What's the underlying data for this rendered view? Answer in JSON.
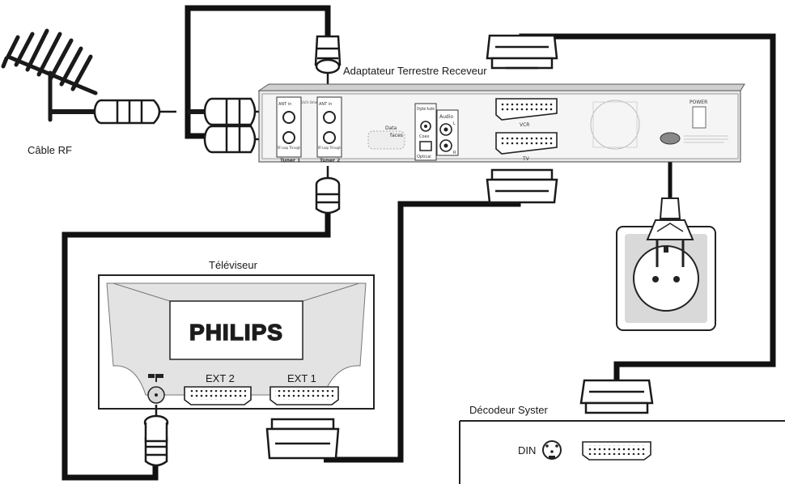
{
  "labels": {
    "receiver": "Adaptateur Terrestre Receveur",
    "rf_cable": "Câble RF",
    "tv": "Téléviseur",
    "decoder": "Décodeur Syster",
    "tv_brand": "PHILIPS",
    "tv_ext2": "EXT 2",
    "tv_ext1": "EXT 1",
    "din": "DIN"
  },
  "receiver_panel": {
    "ant_in_1": "ANT in",
    "ant_in_2": "ANT in",
    "dc_out": "Dc Out 5V~ 25mA max",
    "loop_1": "RF-Loop Through",
    "loop_2": "RF-Loop Through",
    "tuner_1": "Tuner 1",
    "tuner_2": "Tuner 2",
    "data": "Data",
    "faces": "faces",
    "digital_audio": "Digital Audio",
    "coax": "Coax",
    "optical": "Optical",
    "audio": "Audio",
    "audio_l": "L",
    "audio_r": "R",
    "vcr": "VCR",
    "tv": "TV",
    "power": "POWER"
  },
  "colors": {
    "cable": "#111111",
    "outline": "#1a1a1a",
    "device_fill": "#ffffff",
    "shade": "#d9d9d9"
  }
}
